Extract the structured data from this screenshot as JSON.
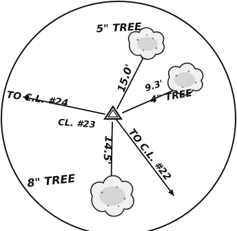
{
  "station": {
    "label": "CL. #23"
  },
  "reference_points": [
    {
      "id": "cl-24",
      "label": "TO C.L. #24"
    },
    {
      "id": "cl-22",
      "label": "TO C.L. #22"
    }
  ],
  "trees": [
    {
      "id": "tree-5in",
      "label": "5\" TREE",
      "distance_label": "15.0'"
    },
    {
      "id": "tree-4in",
      "label": "4\" TREE",
      "distance_label": "9.3'"
    },
    {
      "id": "tree-8in",
      "label": "8\" TREE",
      "distance_label": "14.5'"
    }
  ],
  "colors": {
    "ink": "#111111",
    "paper": "#ffffff",
    "tree_shade": "#bdbdbd"
  }
}
